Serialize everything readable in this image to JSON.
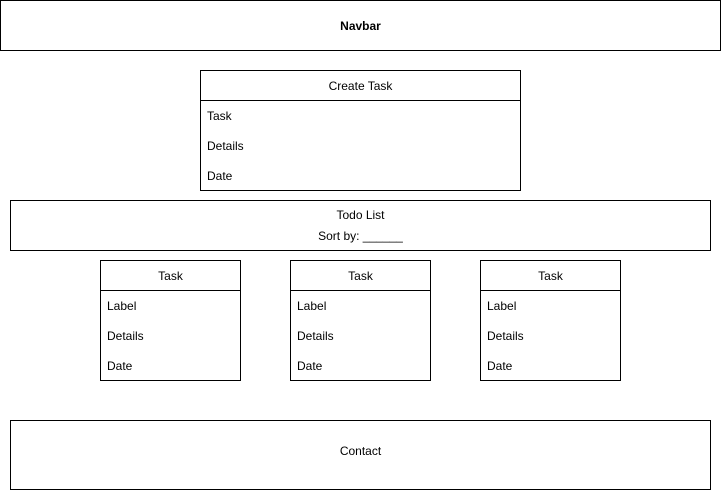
{
  "navbar": {
    "label": "Navbar"
  },
  "create_task": {
    "title": "Create Task",
    "fields": [
      "Task",
      "Details",
      "Date"
    ]
  },
  "todo_list": {
    "title": "Todo List",
    "sort_label": "Sort by: ______"
  },
  "task_cards": [
    {
      "title": "Task",
      "fields": [
        "Label",
        "Details",
        "Date"
      ]
    },
    {
      "title": "Task",
      "fields": [
        "Label",
        "Details",
        "Date"
      ]
    },
    {
      "title": "Task",
      "fields": [
        "Label",
        "Details",
        "Date"
      ]
    }
  ],
  "contact": {
    "label": "Contact"
  }
}
